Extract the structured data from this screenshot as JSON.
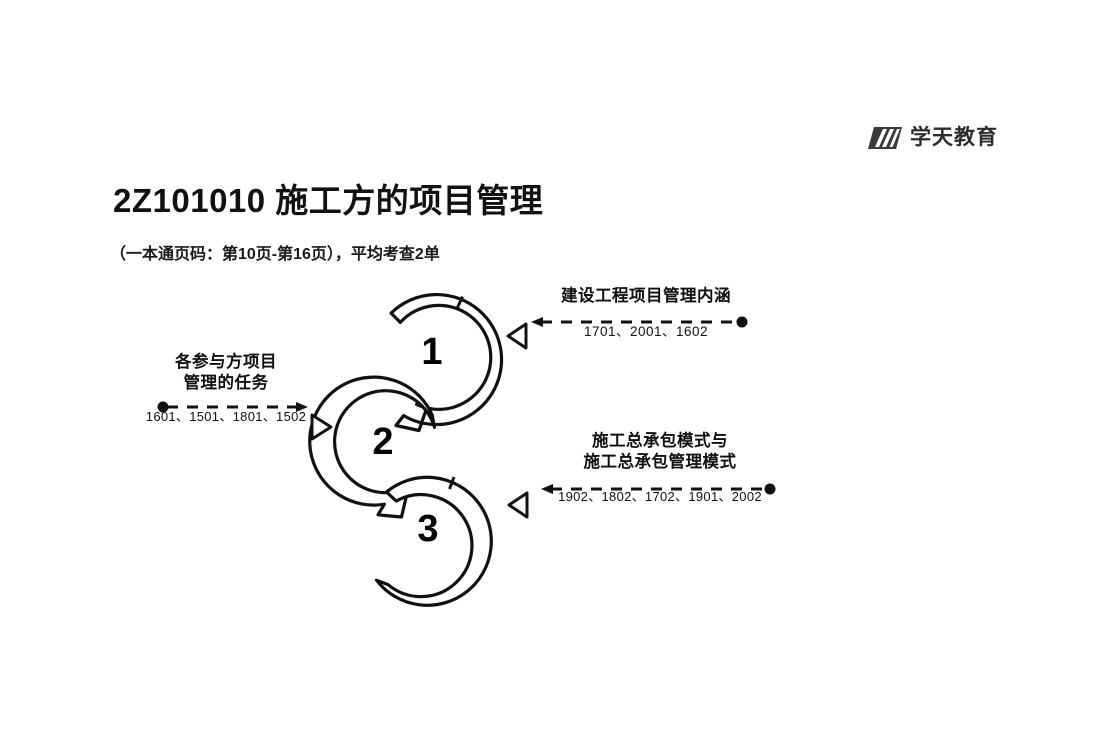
{
  "brand": {
    "logo_icon": "xuetian-parallelogram-logo-icon",
    "name": "学天教育"
  },
  "header": {
    "title": "2Z101010  施工方的项目管理",
    "subtitle": "（一本通页码：第10页-第16页），平均考查2单"
  },
  "diagram": {
    "type": "cycle-diagram",
    "rings": [
      {
        "label": "1",
        "id": "ring-1"
      },
      {
        "label": "2",
        "id": "ring-2"
      },
      {
        "label": "3",
        "id": "ring-3"
      }
    ],
    "callouts": [
      {
        "id": "callout-top-right",
        "headline": "建设工程项目管理内涵",
        "headline_lines": [
          "建设工程项目管理内涵"
        ],
        "codes": "1701、2001、1602",
        "marker_icon": "hollow-triangle-left-icon",
        "connector_icon": "dashed-arrow-left-icon"
      },
      {
        "id": "callout-left",
        "headline": "各参与方项目管理的任务",
        "headline_lines": [
          "各参与方项目",
          "管理的任务"
        ],
        "codes": "1601、1501、1801、1502",
        "marker_icon": "hollow-triangle-right-icon",
        "connector_icon": "dashed-arrow-right-icon"
      },
      {
        "id": "callout-bottom-right",
        "headline": "施工总承包模式与施工总承包管理模式",
        "headline_lines": [
          "施工总承包模式与",
          "施工总承包管理模式"
        ],
        "codes": "1902、1802、1702、1901、2002",
        "marker_icon": "hollow-triangle-left-icon",
        "connector_icon": "dashed-arrow-left-icon"
      }
    ]
  },
  "colors": {
    "background": "#ffffff",
    "ink": "#111111",
    "brand_dark": "#2c2c2c"
  }
}
